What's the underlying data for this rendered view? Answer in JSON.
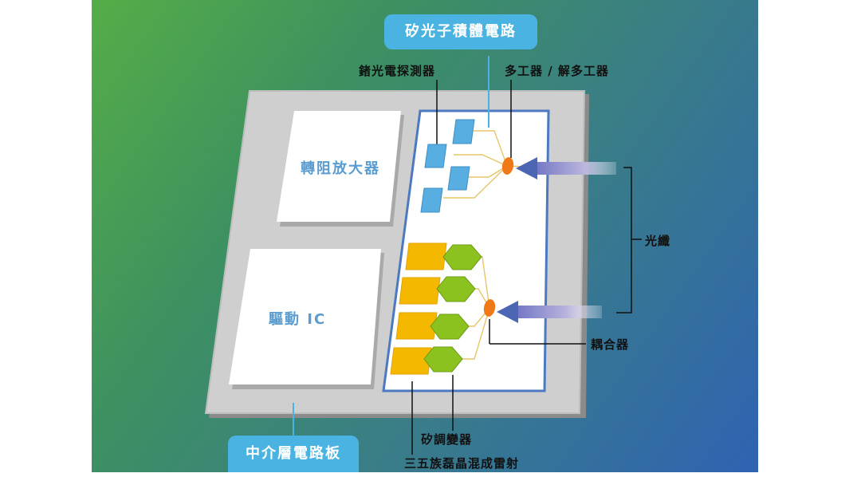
{
  "title_label": "矽光子積體電路",
  "interposer_label": "中介層電路板",
  "tia_label": "轉阻放大器",
  "driver_ic_label": "驅動 IC",
  "labels": {
    "photodetector": "鍺光電探測器",
    "mux": "多工器 / 解多工器",
    "fiber": "光纖",
    "coupler": "耦合器",
    "modulator": "矽調變器",
    "laser": "三五族磊晶混成雷射"
  },
  "colors": {
    "background_start": "#55ad47",
    "background_end": "#2f63b2",
    "pill": "#4ab3e1",
    "photodetector": "#58aee0",
    "laser": "#f5b800",
    "modulator": "#8cc21f",
    "coupler": "#ef7918",
    "arrow": "#4d66b3",
    "pic_border": "#4d79c0",
    "board": "#cfcfcf"
  },
  "footnote": ""
}
